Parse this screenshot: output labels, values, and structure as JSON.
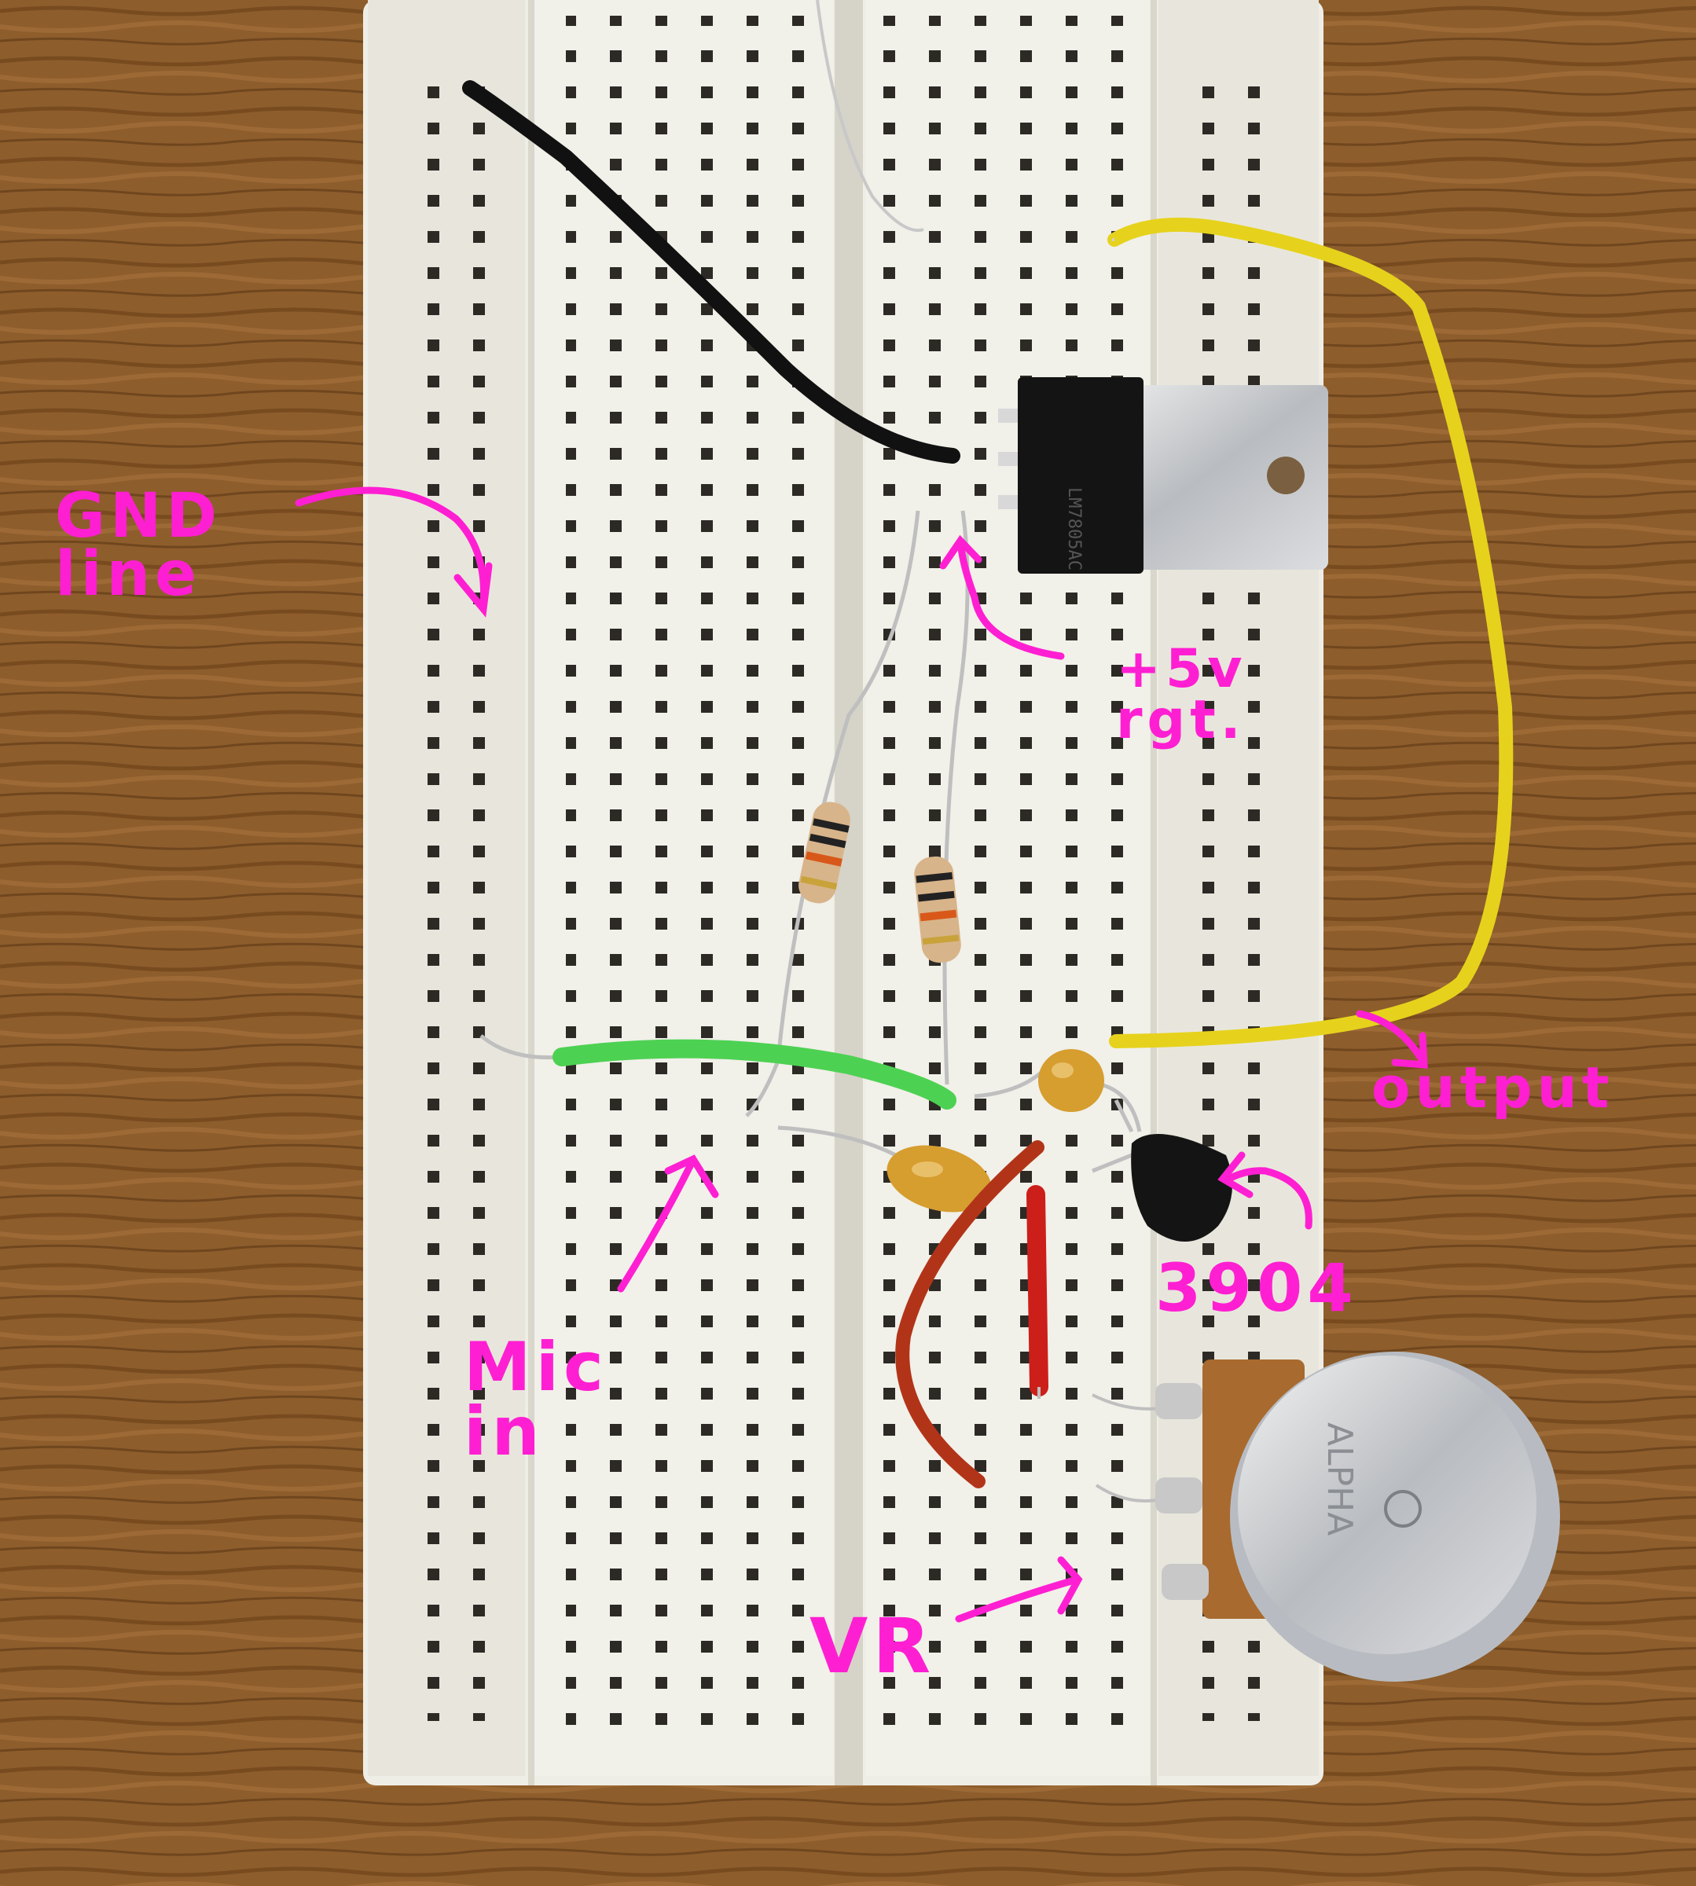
{
  "annotations": {
    "gnd_line": "GND\nline",
    "plus5v_rgt": "+5v\nrgt.",
    "output": "output",
    "part_3904": "3904",
    "mic_in": "Mic\nin",
    "vr": "VR"
  },
  "components": {
    "regulator_marking": "LM7805AC",
    "pot_brand": "ALPHA"
  },
  "colors": {
    "annotation": "#ff1fd2",
    "wood": "#8a5a2b",
    "breadboard": "#efeee6",
    "wire_black": "#111111",
    "wire_yellow": "#e6d21c",
    "wire_green": "#4dd152",
    "wire_red": "#c0241a"
  }
}
